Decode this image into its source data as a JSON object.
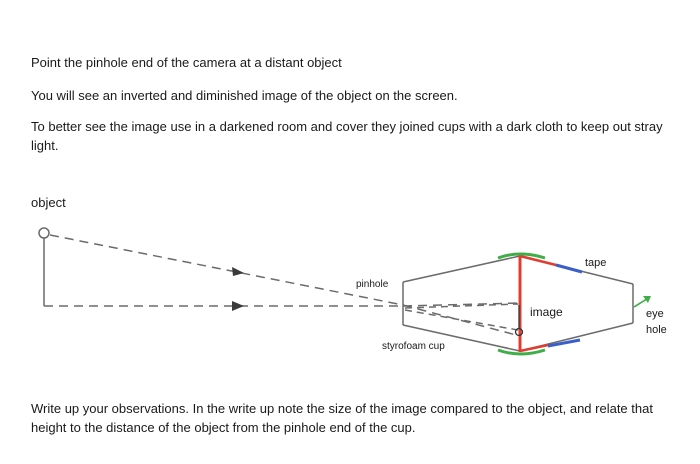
{
  "instructions": [
    "Point the pinhole end of the camera at a distant object",
    "You will see an inverted and diminished image of the object on the screen.",
    "To better see the image use in a darkened room and cover they joined cups with a dark cloth to keep out stray light."
  ],
  "diagram": {
    "labels": {
      "object": "object",
      "pinhole": "pinhole",
      "tape": "tape",
      "image": "image",
      "styrofoam_cup": "styrofoam cup",
      "eye": "eye",
      "hole": "hole"
    },
    "colors": {
      "lines": "#6b6b6b",
      "image_arrow": "#e03c31",
      "tape_green": "#3fae49",
      "tape_blue": "#3a5fc8"
    }
  },
  "task": "Write up your observations. In the write up note the size of the image compared to the object, and relate that height to the distance of the object from the pinhole end of the cup."
}
